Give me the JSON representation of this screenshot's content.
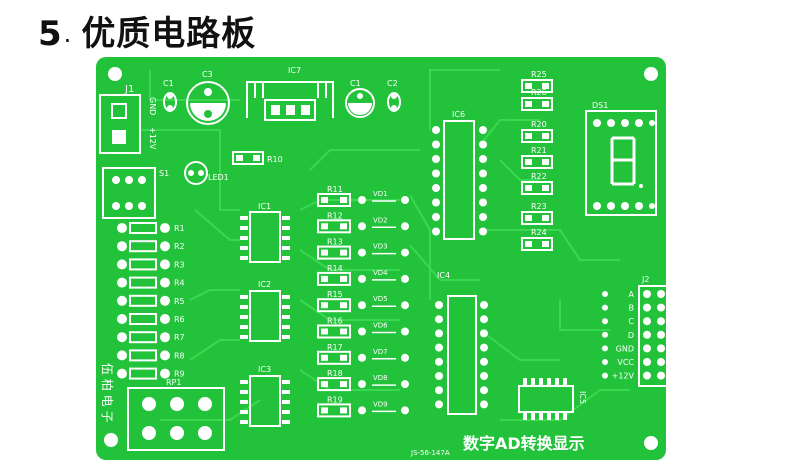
{
  "heading": {
    "number": "5",
    "separator": ".",
    "title": "优质电路板"
  },
  "board": {
    "colors": {
      "board": "#22c23a",
      "trace": "#33d24a",
      "silk": "#ffffff",
      "hole": "#ffffff"
    },
    "label_j1": "J1",
    "label_gnd": "GND",
    "label_12v": "+12V",
    "label_c1_left": "C1",
    "label_c3": "C3",
    "label_ic7": "IC7",
    "label_c1_right": "C1",
    "label_c2": "C2",
    "label_led": "LED1",
    "label_r10": "R10",
    "label_s1": "S1",
    "label_ic1": "IC1",
    "label_ic2": "IC2",
    "label_ic3": "IC3",
    "label_ic4": "IC4",
    "label_ic5": "IC5",
    "label_ic6": "IC6",
    "label_ds1": "DS1",
    "label_j2": "J2",
    "label_rp1": "RP1",
    "brand": "伍 柏 电 子",
    "pcb_code": "JS-56-147A",
    "board_title": "数字AD转换显示",
    "left_resistors": [
      "R1",
      "R2",
      "R3",
      "R4",
      "R5",
      "R6",
      "R7",
      "R8",
      "R9"
    ],
    "mid_resistors": [
      "R11",
      "R12",
      "R13",
      "R14",
      "R15",
      "R16",
      "R17",
      "R18",
      "R19"
    ],
    "diodes": [
      "VD1",
      "VD2",
      "VD3",
      "VD4",
      "VD5",
      "VD6",
      "VD7",
      "VD8",
      "VD9"
    ],
    "top_resistors": [
      "R25",
      "R26",
      "R20",
      "R21",
      "R22",
      "R23",
      "R24"
    ],
    "j2_pins": [
      "A",
      "B",
      "C",
      "D",
      "GND",
      "VCC",
      "+12V"
    ]
  }
}
